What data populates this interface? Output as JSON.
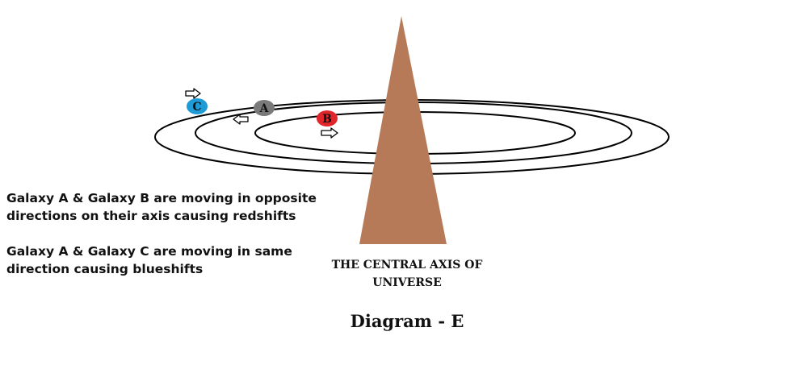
{
  "colors": {
    "cone": "#b77a58",
    "galaxy_a": "#7a7a7a",
    "galaxy_b": "#e0262b",
    "galaxy_c": "#1e9ad6",
    "orbit": "#000000",
    "arrow": "#000000"
  },
  "galaxies": {
    "a": {
      "label": "A",
      "direction": "left"
    },
    "b": {
      "label": "B",
      "direction": "right"
    },
    "c": {
      "label": "C",
      "direction": "right"
    }
  },
  "notes": [
    {
      "lines": [
        "Galaxy A & Galaxy B are moving in opposite",
        "directions on their axis causing redshifts"
      ]
    },
    {
      "lines": [
        "Galaxy A & Galaxy C are moving in same",
        "direction causing blueshifts"
      ]
    }
  ],
  "axis_label": {
    "lines": [
      "THE CENTRAL AXIS OF",
      "UNIVERSE"
    ]
  },
  "caption": "Diagram - E"
}
